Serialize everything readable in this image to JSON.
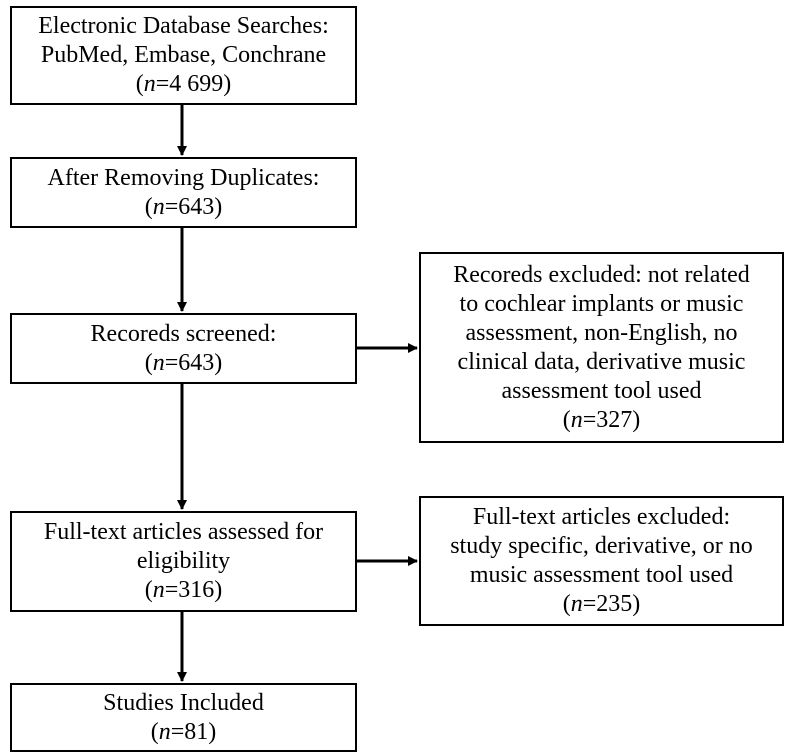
{
  "boxes": [
    {
      "id": "b1",
      "name": "search-box",
      "lines": [
        "Electronic Database Searches:",
        "PubMed, Embase, Conchrane"
      ],
      "n_label": "n",
      "n_value": "=4 699",
      "n_prefix": "(",
      "n_suffix": ")"
    },
    {
      "id": "b2",
      "name": "duplicates-removed-box",
      "lines": [
        "After Removing Duplicates:"
      ],
      "n_label": "n",
      "n_value": "=643",
      "n_prefix": "(",
      "n_suffix": ")"
    },
    {
      "id": "b3",
      "name": "records-screened-box",
      "lines": [
        "Recoreds screened:"
      ],
      "n_label": "n",
      "n_value": "=643",
      "n_prefix": "(",
      "n_suffix": ")"
    },
    {
      "id": "b4",
      "name": "full-text-assessed-box",
      "lines": [
        "Full-text articles assessed for",
        "eligibility"
      ],
      "n_label": "n",
      "n_value": "=316",
      "n_prefix": "(",
      "n_suffix": ")"
    },
    {
      "id": "b5",
      "name": "studies-included-box",
      "lines": [
        "Studies Included"
      ],
      "n_label": "n",
      "n_value": "=81",
      "n_prefix": "(",
      "n_suffix": ")"
    },
    {
      "id": "e1",
      "name": "records-excluded-box",
      "lines": [
        "Recoreds excluded: not related",
        "to cochlear implants or music",
        "assessment, non-English, no",
        "clinical data, derivative music",
        "assessment tool used"
      ],
      "n_label": "n",
      "n_value": "=327",
      "n_prefix": "(",
      "n_suffix": ")"
    },
    {
      "id": "e2",
      "name": "full-text-excluded-box",
      "lines": [
        "Full-text articles excluded:",
        "study specific, derivative, or no",
        "music assessment tool used"
      ],
      "n_label": "n",
      "n_value": "=235",
      "n_prefix": "(",
      "n_suffix": ")"
    }
  ],
  "style": {
    "line_color": "#000000",
    "box_border": "#000000",
    "background": "#ffffff"
  }
}
